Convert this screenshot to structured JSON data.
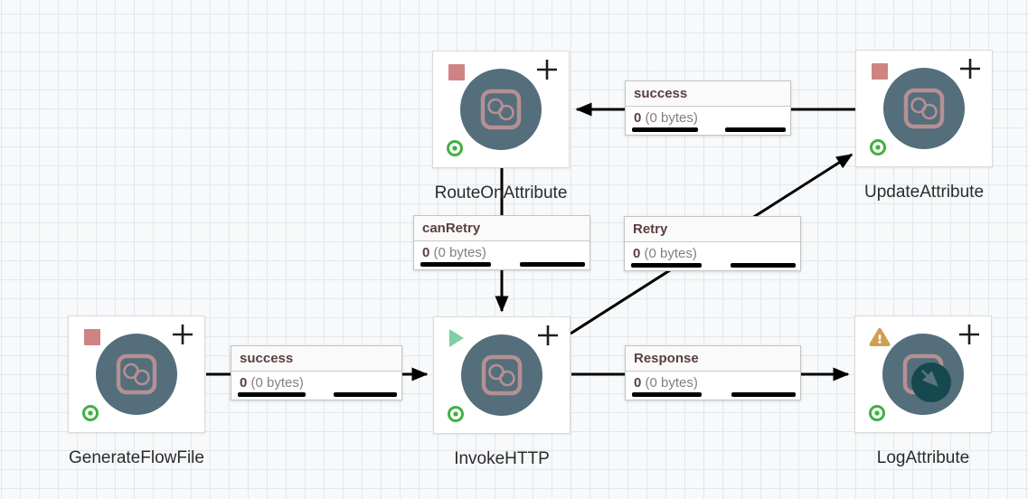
{
  "app": {
    "view": "flow-canvas"
  },
  "colors": {
    "canvas_bg": "#f7f9fa",
    "grid_line": "#e3e8ec",
    "processor_circle": "#546e7b",
    "processor_glyph": "#b59093",
    "stopped_red": "#d08383",
    "running_green": "#7fcfa5",
    "warning_amber": "#cf9e52",
    "valid_green": "#41b041",
    "log_badge_teal": "#16494f",
    "connection_line": "#000000",
    "label_name_text": "#5a3f3f"
  },
  "icons": {
    "plus": "+",
    "warning_mark": "!",
    "stopped": "square",
    "running": "play-triangle",
    "valid": "circle-dot",
    "processor": "interlocked-rings",
    "log_badge": "arrow-down-right"
  },
  "processors": [
    {
      "name": "GenerateFlowFile",
      "status": "stopped",
      "valid": true
    },
    {
      "name": "RouteOnAttribute",
      "status": "stopped",
      "valid": true
    },
    {
      "name": "InvokeHTTP",
      "status": "running",
      "valid": true
    },
    {
      "name": "UpdateAttribute",
      "status": "stopped",
      "valid": true
    },
    {
      "name": "LogAttribute",
      "status": "warning",
      "valid": true
    }
  ],
  "connections": [
    {
      "name": "success",
      "count": "0",
      "size_text": "(0 bytes)",
      "from": "UpdateAttribute",
      "to": "RouteOnAttribute"
    },
    {
      "name": "canRetry",
      "count": "0",
      "size_text": "(0 bytes)",
      "from": "RouteOnAttribute",
      "to": "InvokeHTTP"
    },
    {
      "name": "Retry",
      "count": "0",
      "size_text": "(0 bytes)",
      "from": "InvokeHTTP",
      "to": "UpdateAttribute"
    },
    {
      "name": "success",
      "count": "0",
      "size_text": "(0 bytes)",
      "from": "GenerateFlowFile",
      "to": "InvokeHTTP"
    },
    {
      "name": "Response",
      "count": "0",
      "size_text": "(0 bytes)",
      "from": "InvokeHTTP",
      "to": "LogAttribute"
    }
  ]
}
